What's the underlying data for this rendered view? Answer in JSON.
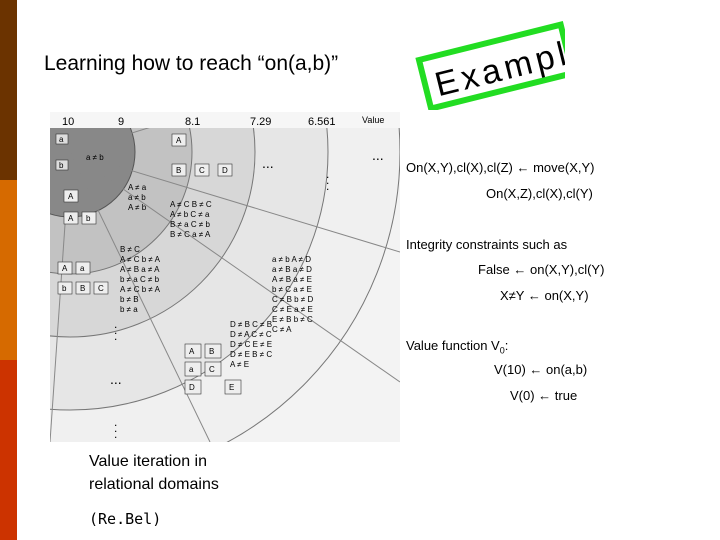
{
  "slide": {
    "title": "Learning how to reach “on(a,b)”",
    "badge": "Example",
    "colors": {
      "badge_green": "#22dd22",
      "sidebar_brown": "#6b3300",
      "sidebar_orange": "#d66a00",
      "sidebar_red": "#cc3300"
    }
  },
  "diagram": {
    "value_labels": [
      "10",
      "9",
      "8.1",
      "7.29",
      "6.561"
    ],
    "value_caption": "Value",
    "ellipsis": "...",
    "block_letters": [
      "A",
      "B",
      "C",
      "D",
      "E",
      "a",
      "b"
    ]
  },
  "rules": {
    "move_rule_line1": "On(X,Y),cl(X),cl(Z) ← move(X,Y)",
    "move_rule_line2": "On(X,Z),cl(X),cl(Y)",
    "integrity_heading": "Integrity constraints such as",
    "integrity_1": "False ← on(X,Y),cl(Y)",
    "integrity_2": "X≠Y ← on(X,Y)",
    "value_heading": "Value function V",
    "value_heading_sub": "0",
    "value_heading_colon": ":",
    "value_1": "V(10) ← on(a,b)",
    "value_2": "V(0) ← true"
  },
  "caption": {
    "line1": "Value iteration in",
    "line2": "relational domains",
    "line3": "(Re.Bel)"
  }
}
